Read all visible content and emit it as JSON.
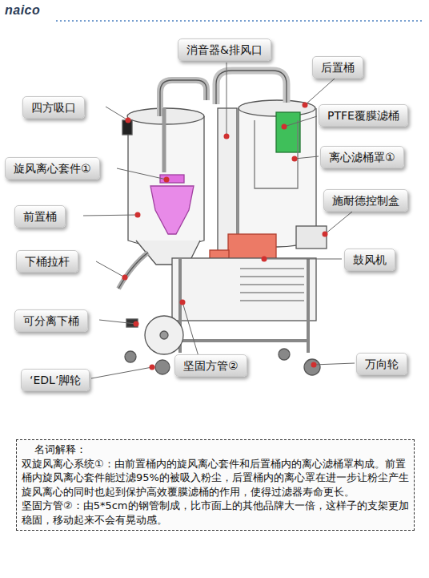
{
  "diagram": {
    "nodes": [
      {
        "text": [
          "消音器&排风口"
        ]
      },
      {
        "text": [
          "后置桶"
        ]
      },
      {
        "text": [
          "四方吸口"
        ]
      },
      {
        "text": [
          "PTFE覆膜滤桶"
        ]
      },
      {
        "text": [
          "旋风离心套件①"
        ]
      },
      {
        "text": [
          "离心滤桶罩①"
        ]
      },
      {
        "text": [
          "施耐德控制盒"
        ]
      },
      {
        "text": [
          "前置桶"
        ]
      },
      {
        "text": [
          "下桶拉杆"
        ]
      },
      {
        "text": [
          "鼓风机"
        ]
      },
      {
        "text": [
          "可分离下桶"
        ]
      },
      {
        "text": [
          "万向轮"
        ]
      },
      {
        "text": [
          "‘EDL’脚轮"
        ]
      },
      {
        "text": [
          "坚固方管②"
        ]
      },
      {
        "text": [
          "名词解释：",
          "双旋风离心系统①：由前置桶内的旋风离心套件和后置桶内的离心滤桶罩构成。前置桶内旋风离心套件能过滤95%的被吸入粉尘，后置桶内的离心罩在进一步让粉尘产生旋风离心的同时也起到保护高效覆膜滤桶的作用，使得过滤器寿命更长。",
          "坚固方管②：由5*5cm的钢管制成，比市面上的其他品牌大一倍，这样子的支架更加稳固，移动起来不会有晃动感。"
        ]
      }
    ],
    "labels": [
      "naico"
    ]
  }
}
